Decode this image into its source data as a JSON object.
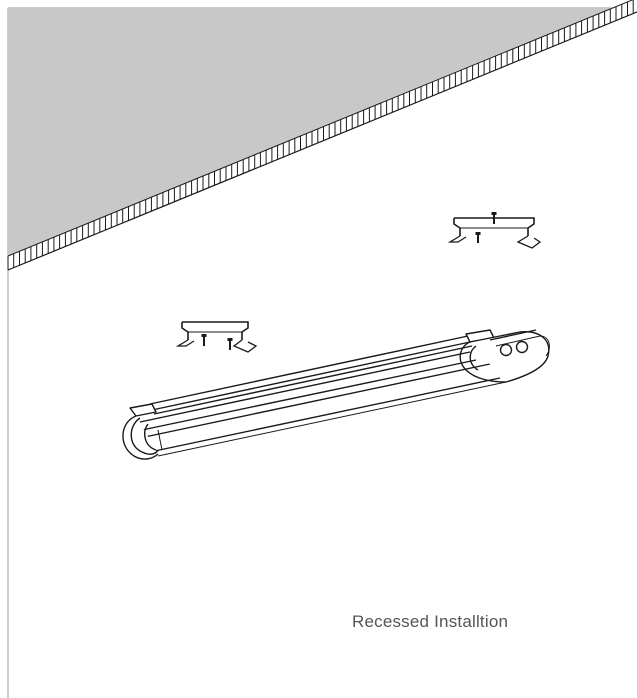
{
  "caption": "Recessed Installtion",
  "colors": {
    "ceiling_fill": "#c8c8c8",
    "line": "#1a1a1a",
    "frame": "#9a9a9a",
    "caption_text": "#555555"
  },
  "parts": {
    "ceiling": "ceiling-surface",
    "fixture": "led-tube-fixture",
    "brackets": [
      "mounting-bracket-left",
      "mounting-bracket-right"
    ],
    "screws": [
      "screw-left-a",
      "screw-left-b",
      "screw-right-a",
      "screw-right-b"
    ]
  }
}
